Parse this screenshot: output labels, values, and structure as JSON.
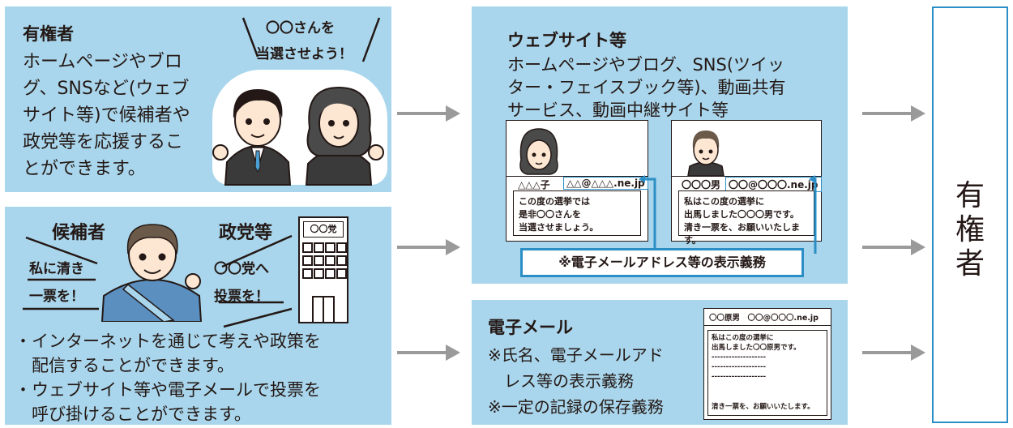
{
  "top_left": {
    "heading": "有権者",
    "body_lines": [
      "ホームページやブロ",
      "グ、SNSなど(ウェブ",
      "サイト等)で候補者や",
      "政党等を応援するこ",
      "とができます。"
    ],
    "speech_lines": [
      "〇〇さんを",
      "当選させよう！"
    ]
  },
  "bottom_left": {
    "candidate_label": "候補者",
    "candidate_speech": [
      "私に清き",
      "一票を！"
    ],
    "party_label": "政党等",
    "party_speech": [
      "〇〇党へ",
      "投票を！"
    ],
    "building_sign": "〇〇党",
    "bullets": [
      [
        "・インターネットを通じて考えや政策を",
        "　配信することができます。"
      ],
      [
        "・ウェブサイト等や電子メールで投票を",
        "　呼び掛けることができます。"
      ]
    ]
  },
  "website_panel": {
    "heading": "ウェブサイト等",
    "body_lines": [
      "ホームページやブログ、SNS(ツイッ",
      "ター・フェイスブック等)、動画共有",
      "サービス、動画中継サイト等"
    ],
    "card_left": {
      "name": "△△△子",
      "address": "△△@△△△.ne.jp",
      "message": [
        "この度の選挙では",
        "是非〇〇さんを",
        "当選させましょう。"
      ]
    },
    "card_right": {
      "name": "〇〇〇男",
      "address": "〇〇@〇〇〇.ne.jp",
      "message": [
        "私はこの度の選挙に",
        "出馬しました〇〇〇男です。",
        "清き一票を、お願いいたします。"
      ]
    },
    "notice": "※電子メールアドレス等の表示義務"
  },
  "email_panel": {
    "heading": "電子メール",
    "body_lines": [
      "※氏名、電子メールアド",
      "　レス等の表示義務",
      "※一定の記録の保存義務"
    ],
    "mail": {
      "header": "〇〇原男　〇〇@〇〇〇.ne.jp",
      "lines": [
        "私はこの度の選挙に",
        "出馬しました〇〇原男です。"
      ],
      "dashes": [
        "-------------------",
        "-------------------",
        "-------------------"
      ],
      "footer": "清き一票を、お願いいたします。"
    }
  },
  "right_panel": {
    "chars": [
      "有",
      "権",
      "者"
    ]
  },
  "colors": {
    "panel": "#a9d6ec",
    "accent": "#2b8fc6",
    "arrow": "#9a9a9a"
  }
}
